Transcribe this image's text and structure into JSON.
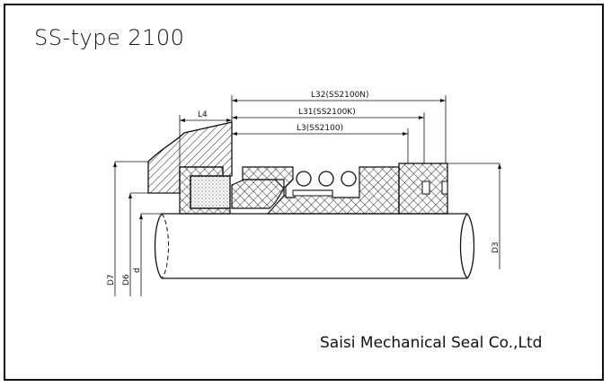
{
  "title": "SS-type 2100",
  "company": "Saisi Mechanical Seal Co.,Ltd",
  "dimensions": {
    "L4": "L4",
    "L32": "L32(SS2100N)",
    "L31": "L31(SS2100K)",
    "L3": "L3(SS2100)",
    "D7": "D7",
    "D6": "D6",
    "d": "d",
    "D3": "D3"
  }
}
